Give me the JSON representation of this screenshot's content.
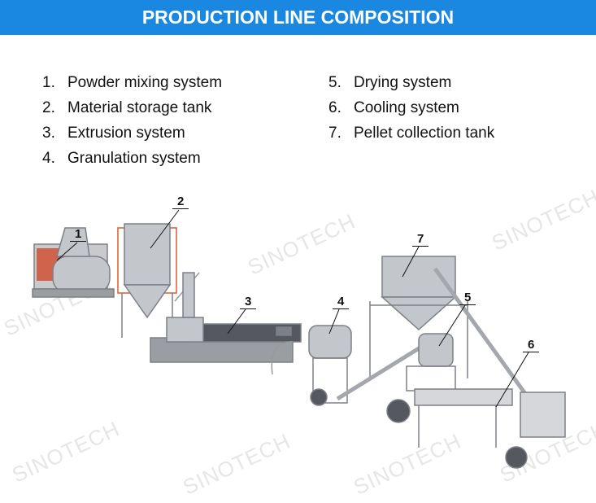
{
  "header": {
    "title": "PRODUCTION LINE COMPOSITION"
  },
  "watermark": "SINOTECH",
  "components_left": [
    {
      "num": "1.",
      "label": "Powder mixing system"
    },
    {
      "num": "2.",
      "label": "Material storage tank"
    },
    {
      "num": "3.",
      "label": "Extrusion system"
    },
    {
      "num": "4.",
      "label": "Granulation system"
    }
  ],
  "components_right": [
    {
      "num": "5.",
      "label": "Drying system"
    },
    {
      "num": "6.",
      "label": "Cooling system"
    },
    {
      "num": "7.",
      "label": "Pellet collection tank"
    }
  ],
  "callouts": [
    "1",
    "2",
    "3",
    "4",
    "5",
    "6",
    "7"
  ],
  "colors": {
    "header": "#1a87e0",
    "machine": "#b9bcc0",
    "frame": "#8d9096",
    "rail": "#e05a2a"
  }
}
